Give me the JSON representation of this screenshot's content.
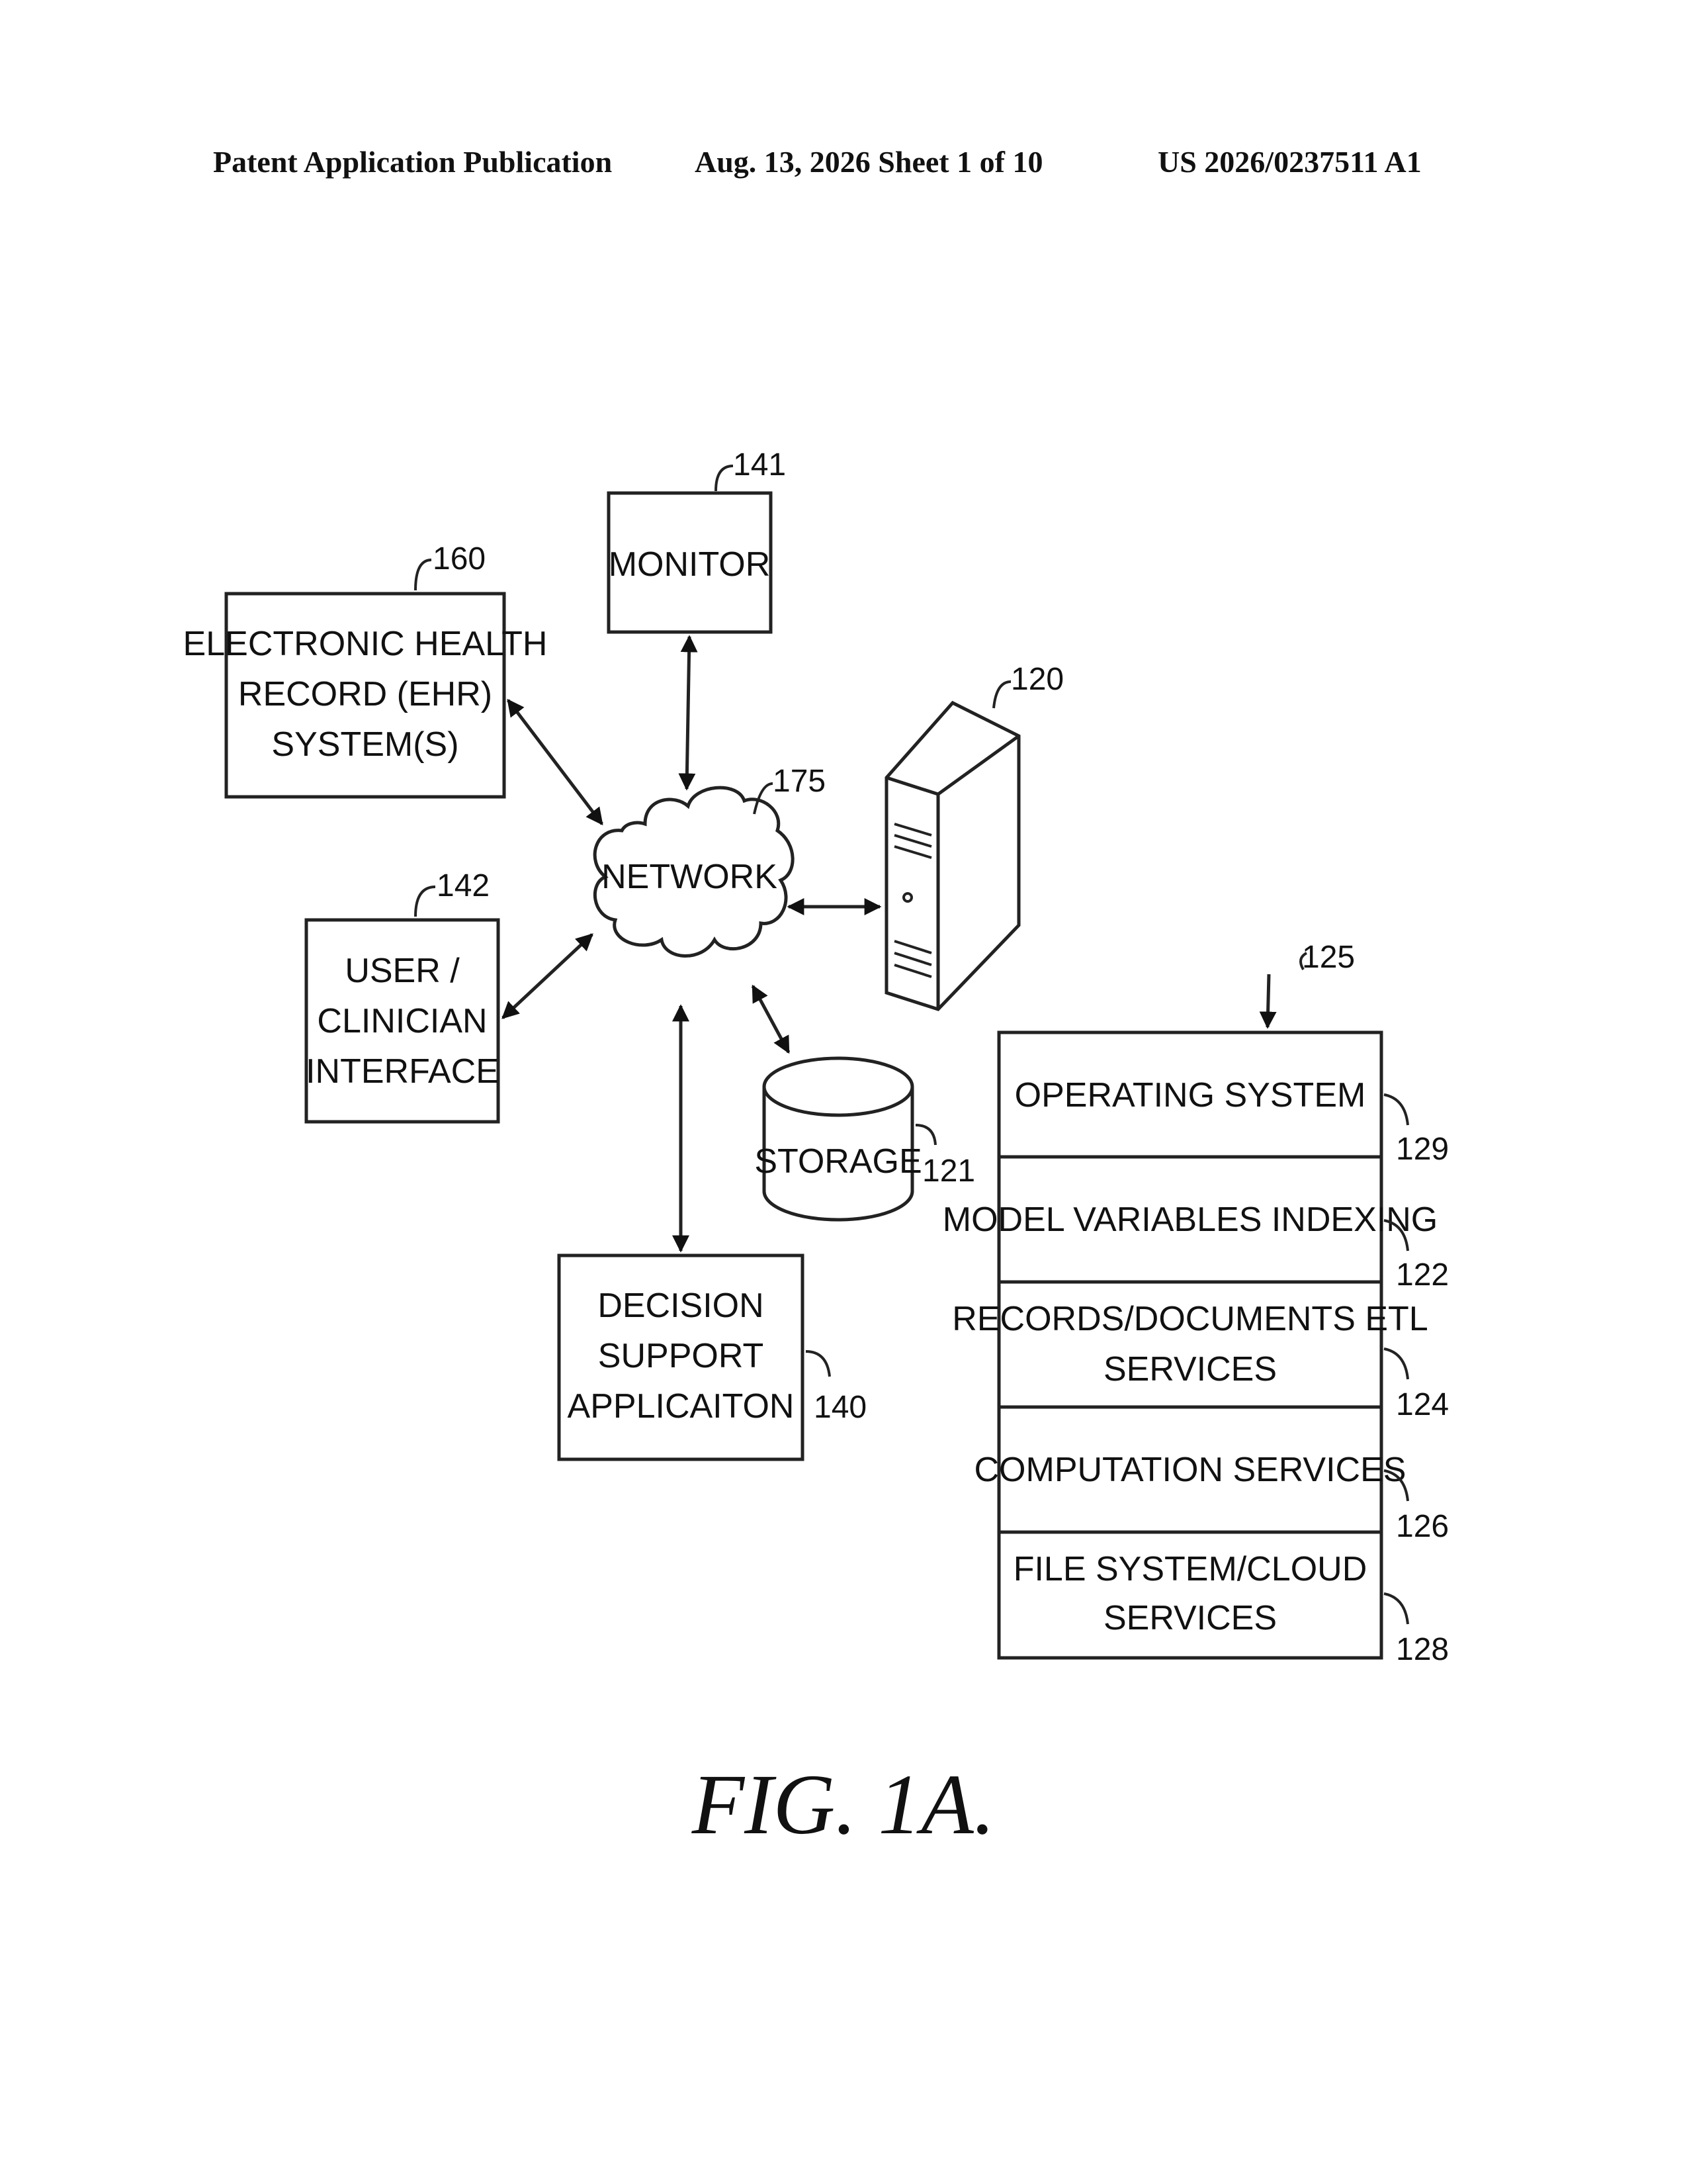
{
  "header": {
    "publication": "Patent Application Publication",
    "date_sheet": "Aug. 13, 2026  Sheet 1 of 10",
    "number": "US 2026/0237511 A1"
  },
  "nodes": {
    "ehr": {
      "lines": [
        "ELECTRONIC HEALTH",
        "RECORD (EHR)",
        "SYSTEM(S)"
      ],
      "ref": "160"
    },
    "monitor": {
      "lines": [
        "MONITOR"
      ],
      "ref": "141"
    },
    "network": {
      "lines": [
        "NETWORK"
      ],
      "ref": "175"
    },
    "server": {
      "ref": "120"
    },
    "user": {
      "lines": [
        "USER /",
        "CLINICIAN",
        "INTERFACE"
      ],
      "ref": "142"
    },
    "storage": {
      "lines": [
        "STORAGE"
      ],
      "ref": "121"
    },
    "decision": {
      "lines": [
        "DECISION",
        "SUPPORT",
        "APPLICAITON"
      ],
      "ref": "140"
    }
  },
  "stack": {
    "ref": "125",
    "layers": [
      {
        "lines": [
          "OPERATING SYSTEM"
        ],
        "ref": "129"
      },
      {
        "lines": [
          "MODEL VARIABLES INDEXING"
        ],
        "ref": "122"
      },
      {
        "lines": [
          "RECORDS/DOCUMENTS ETL",
          "SERVICES"
        ],
        "ref": "124"
      },
      {
        "lines": [
          "COMPUTATION SERVICES"
        ],
        "ref": "126"
      },
      {
        "lines": [
          "FILE SYSTEM/CLOUD",
          "SERVICES"
        ],
        "ref": "128"
      }
    ]
  },
  "figure_label": "FIG. 1A."
}
